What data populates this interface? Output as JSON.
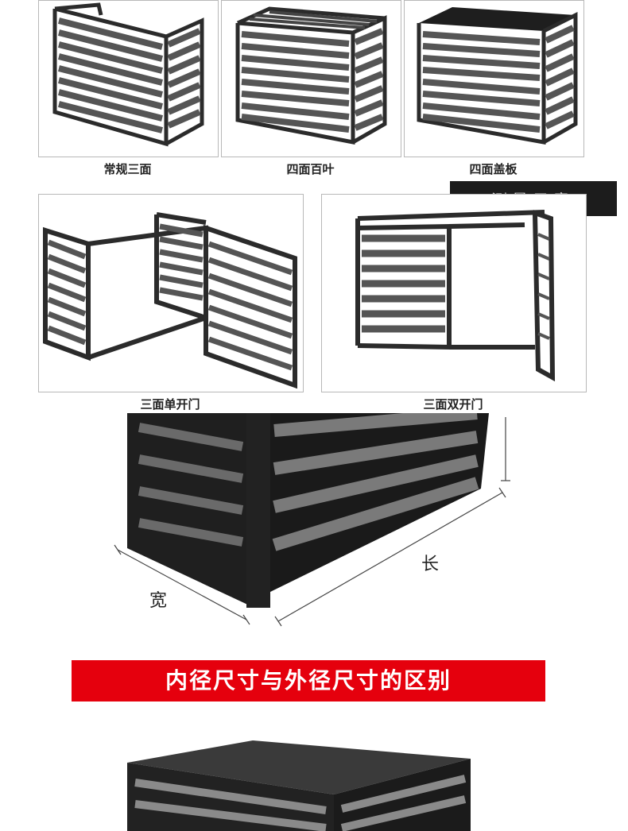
{
  "products": [
    {
      "id": "standard-three",
      "label": "常规三面"
    },
    {
      "id": "four-louver",
      "label": "四面百叶"
    },
    {
      "id": "four-cover",
      "label": "四面盖板"
    },
    {
      "id": "three-single-door",
      "label": "三面单开门"
    },
    {
      "id": "three-double-door",
      "label": "三面双开门"
    }
  ],
  "section_tab": {
    "label": "测量示意"
  },
  "dimensions": {
    "length_label": "长",
    "width_label": "宽"
  },
  "banner": {
    "title": "内径尺寸与外径尺寸的区别"
  },
  "colors": {
    "frame": "#2b2b2b",
    "slat": "#5a5a5a",
    "banner": "#e5000d"
  }
}
